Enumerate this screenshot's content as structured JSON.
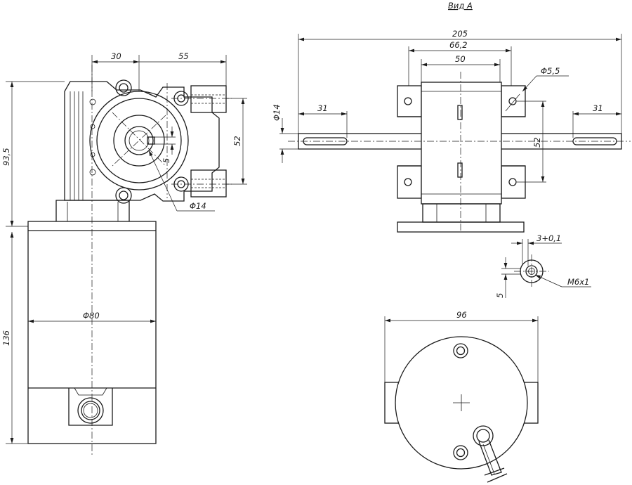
{
  "view_title": "Вид А",
  "dimensions": {
    "width_30": "30",
    "width_55": "55",
    "height_93_5": "93,5",
    "height_136": "136",
    "spacing_52_side": "52",
    "offset_5": "5",
    "diameter_shaft": "Φ14",
    "diameter_motor": "Φ80",
    "overall_205": "205",
    "width_66_2": "66,2",
    "width_50": "50",
    "hole_diameter": "Φ5,5",
    "shaft_diameter_vertical": "Φ14",
    "shaft_end_left": "31",
    "shaft_end_right": "31",
    "spacing_52_front": "52",
    "key_width": "3+0,1",
    "key_depth": "5",
    "thread": "M6x1",
    "diameter_96": "96"
  }
}
